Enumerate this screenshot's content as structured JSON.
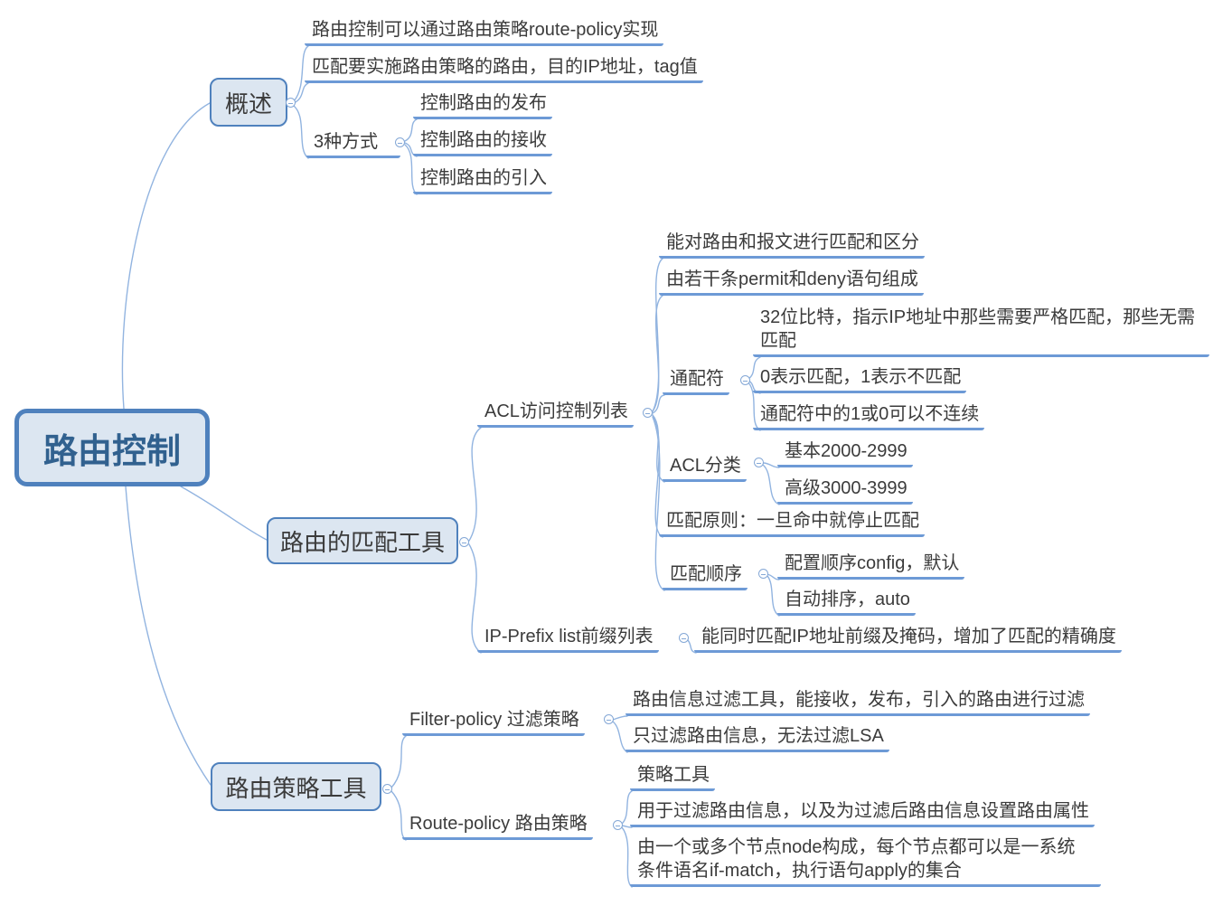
{
  "root": {
    "label": "路由控制"
  },
  "overview": {
    "label": "概述",
    "point1": "路由控制可以通过路由策略route-policy实现",
    "point2": "匹配要实施路由策略的路由，目的IP地址，tag值",
    "three_ways": {
      "label": "3种方式",
      "publish": "控制路由的发布",
      "receive": "控制路由的接收",
      "import": "控制路由的引入"
    }
  },
  "matching_tools": {
    "label": "路由的匹配工具",
    "acl": {
      "label": "ACL访问控制列表",
      "point1": "能对路由和报文进行匹配和区分",
      "point2": "由若干条permit和deny语句组成",
      "wildcard": {
        "label": "通配符",
        "point1": "32位比特，指示IP地址中那些需要严格匹配，那些无需\n匹配",
        "point2": "0表示匹配，1表示不匹配",
        "point3": "通配符中的1或0可以不连续"
      },
      "categories": {
        "label": "ACL分类",
        "basic": "基本2000-2999",
        "advanced": "高级3000-3999"
      },
      "match_rule": "匹配原则：一旦命中就停止匹配",
      "match_order": {
        "label": "匹配顺序",
        "by_config": "配置顺序config，默认",
        "by_auto": "自动排序，auto"
      }
    },
    "ip_prefix": {
      "label": "IP-Prefix list前缀列表",
      "point1": "能同时匹配IP地址前缀及掩码，增加了匹配的精确度"
    }
  },
  "policy_tools": {
    "label": "路由策略工具",
    "filter_policy": {
      "label": "Filter-policy 过滤策略",
      "point1": "路由信息过滤工具，能接收，发布，引入的路由进行过滤",
      "point2": "只过滤路由信息，无法过滤LSA"
    },
    "route_policy": {
      "label": "Route-policy 路由策略",
      "point1": "策略工具",
      "point2": "用于过滤路由信息，以及为过滤后路由信息设置路由属性",
      "point3": "由一个或多个节点node构成，每个节点都可以是一系统\n条件语名if-match，执行语句apply的集合"
    }
  },
  "colors": {
    "node_fill": "#dce6f1",
    "node_border": "#4f81bd",
    "underline": "#6d9ad6",
    "connector": "#92b4e0",
    "root_text": "#31618f",
    "topic_text": "#3b3b3b"
  }
}
